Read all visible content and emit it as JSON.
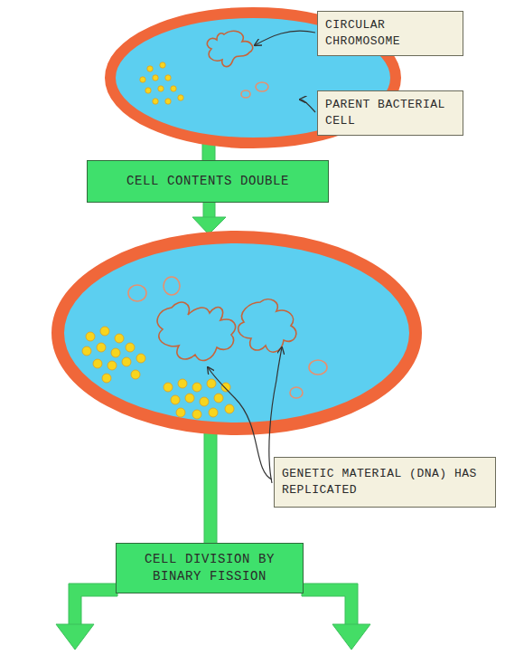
{
  "diagram": {
    "nodes": [
      {
        "text": [
          "CIRCULAR CHROMOSOME"
        ]
      },
      {
        "text": [
          "PARENT BACTERIAL CELL"
        ]
      },
      {
        "text": [
          "CELL CONTENTS DOUBLE"
        ]
      },
      {
        "text": [
          "GENETIC MATERIAL (DNA) HAS REPLICATED"
        ]
      },
      {
        "text": [
          "CELL DIVISION BY BINARY FISSION"
        ]
      }
    ]
  }
}
